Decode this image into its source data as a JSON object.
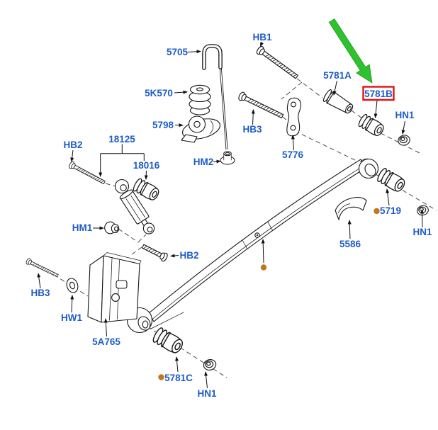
{
  "diagram": {
    "type": "exploded-parts-diagram",
    "part_labels": {
      "hb1": "HB1",
      "n5705": "5705",
      "n5k570": "5K570",
      "n5798": "5798",
      "hb3_top": "HB3",
      "n5776": "5776",
      "hm2": "HM2",
      "n5781a": "5781A",
      "n5781b": "5781B",
      "hn1_top": "HN1",
      "hb2_top": "HB2",
      "n18125": "18125",
      "n18016": "18016",
      "hm1": "HM1",
      "hb2_bottom": "HB2",
      "hb3_bottom": "HB3",
      "hw1": "HW1",
      "n5a765": "5A765",
      "n5781c": "5781C",
      "hn1_bottom": "HN1",
      "n5719": "5719",
      "n5586": "5586",
      "hn1_right": "HN1"
    },
    "highlight": {
      "boxed_part": "5781B",
      "box_color": "#e8110d",
      "arrow_color": "#2fc12f"
    },
    "style": {
      "label_color": "#1e5cc8",
      "dot_color": "#c1771e",
      "line_color": "#15151a",
      "background": "#ffffff"
    }
  }
}
